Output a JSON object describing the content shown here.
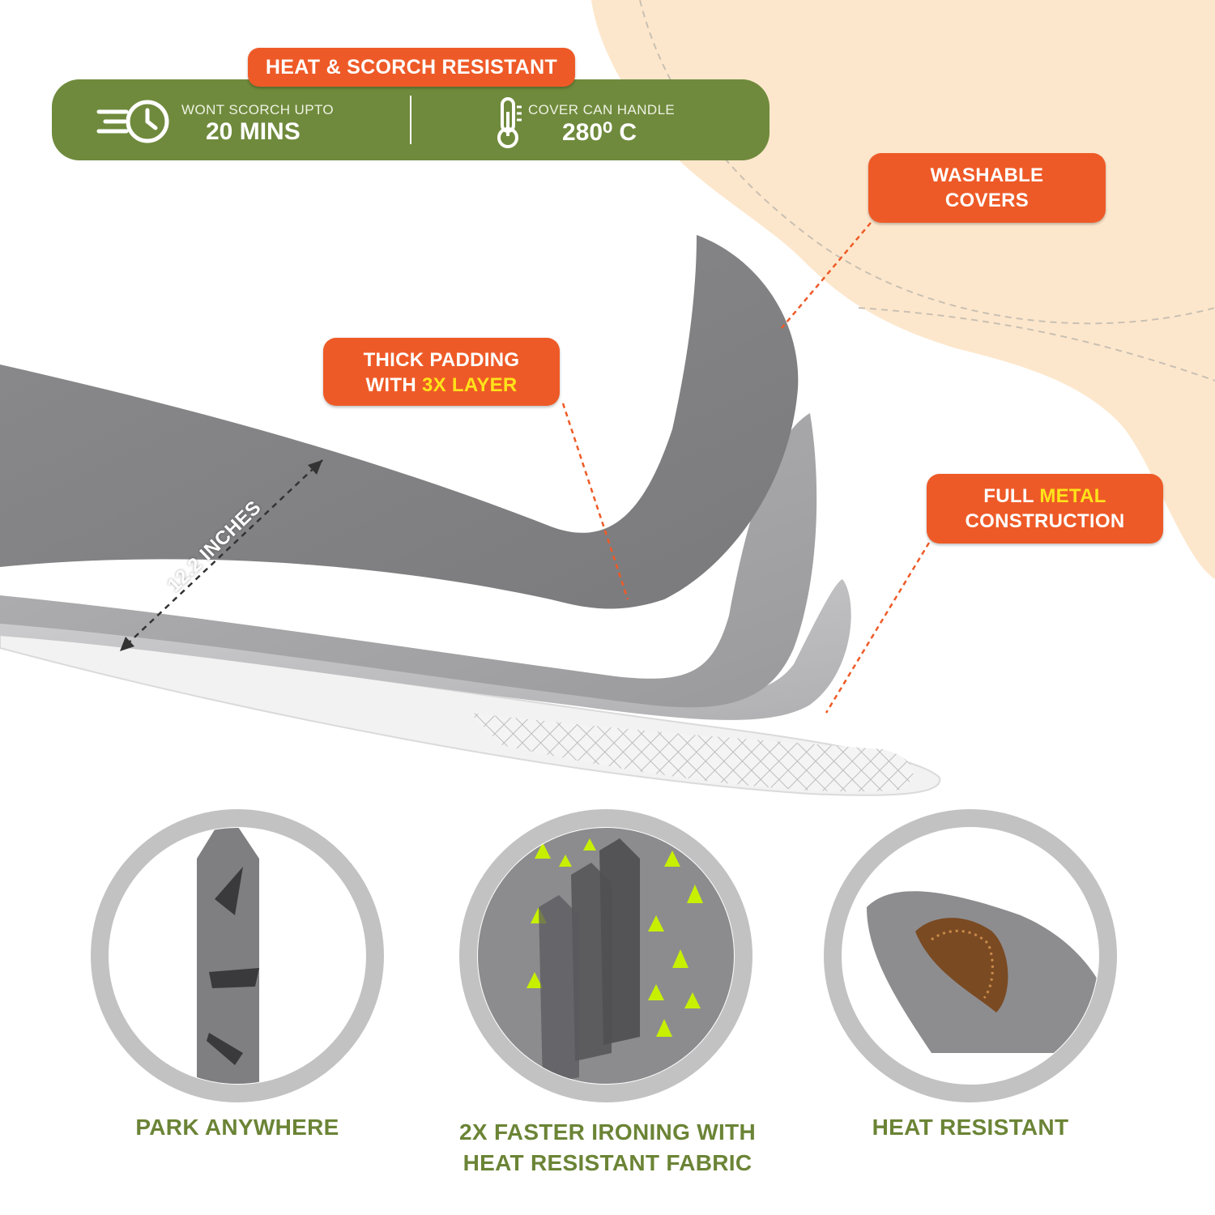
{
  "top_banner": {
    "tag": "HEAT & SCORCH RESISTANT",
    "stat1_small": "WONT SCORCH UPTO",
    "stat1_big": "20 MINS",
    "stat1_icon": "fast-clock-icon",
    "stat2_small": "COVER CAN HANDLE",
    "stat2_big": "280⁰ C",
    "stat2_icon": "thermometer-icon"
  },
  "callouts": {
    "washable_line1": "WASHABLE",
    "washable_line2": "COVERS",
    "padding_line1": "THICK PADDING",
    "padding_line2_prefix": "WITH ",
    "padding_line2_highlight": "3X LAYER",
    "metal_line1_prefix": "FULL ",
    "metal_line1_highlight": "METAL",
    "metal_line2": "CONSTRUCTION"
  },
  "dimension": "12.2 INCHES",
  "features": [
    {
      "caption_line1": "PARK ANYWHERE",
      "caption_line2": ""
    },
    {
      "caption_line1": "2X FASTER IRONING WITH",
      "caption_line2": "HEAT RESISTANT FABRIC"
    },
    {
      "caption_line1": "HEAT RESISTANT",
      "caption_line2": ""
    }
  ],
  "colors": {
    "orange": "#ee5a27",
    "green": "#6f8a3c",
    "highlight_yellow": "#ffe31a",
    "peach": "#fde7cc",
    "gray_cover": "#8d8d8f"
  }
}
